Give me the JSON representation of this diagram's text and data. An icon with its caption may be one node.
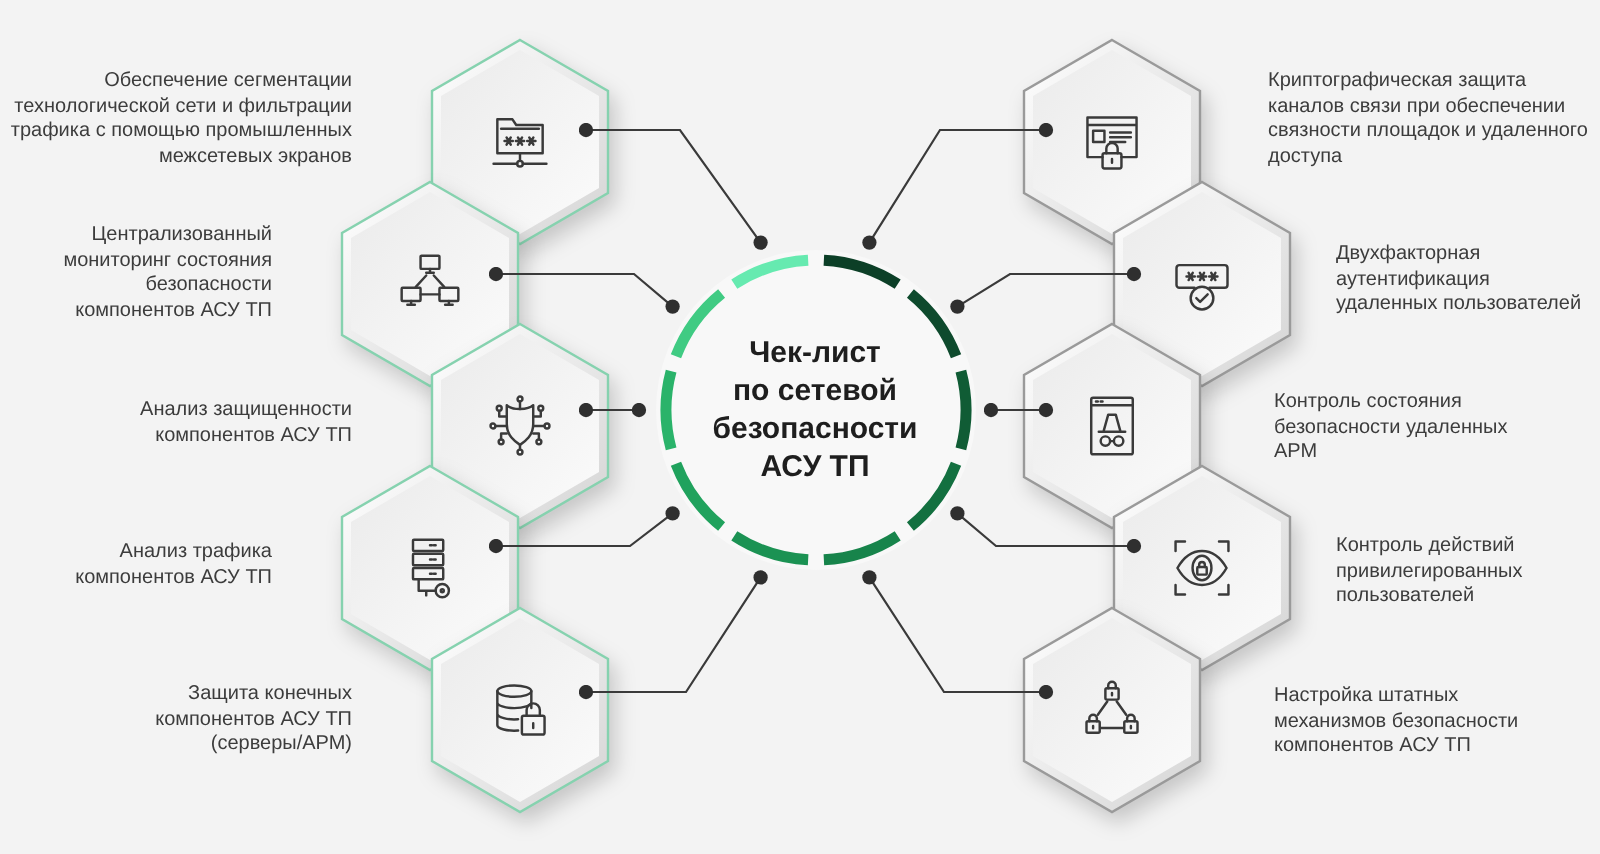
{
  "diagram": {
    "nodes": [
      {
        "text": [
          "Чек-лист по сетевой безопасности АСУ ТП"
        ]
      },
      {
        "text": [],
        "shape": "hexagon"
      },
      {
        "text": [],
        "shape": "hexagon"
      },
      {
        "text": [],
        "shape": "hexagon"
      },
      {
        "text": [],
        "shape": "hexagon"
      },
      {
        "text": [],
        "shape": "hexagon"
      },
      {
        "text": [],
        "shape": "hexagon"
      },
      {
        "text": [],
        "shape": "hexagon"
      },
      {
        "text": [],
        "shape": "hexagon"
      },
      {
        "text": [],
        "shape": "hexagon"
      },
      {
        "text": [],
        "shape": "hexagon"
      }
    ],
    "edges": [
      {
        "from": 0,
        "to": 1,
        "arrow": "other"
      },
      {
        "from": 0,
        "to": 2,
        "arrow": "other"
      },
      {
        "from": 0,
        "to": 3,
        "arrow": "other"
      },
      {
        "from": 0,
        "to": 4,
        "arrow": "other"
      },
      {
        "from": 0,
        "to": 5,
        "arrow": "other"
      },
      {
        "from": 0,
        "to": 6,
        "arrow": "other"
      },
      {
        "from": 0,
        "to": 7,
        "arrow": "other"
      },
      {
        "from": 0,
        "to": 8,
        "arrow": "other"
      },
      {
        "from": 0,
        "to": 9,
        "arrow": "other"
      },
      {
        "from": 0,
        "to": 10,
        "arrow": "other"
      }
    ],
    "labels": [
      "Обеспечение сегментации технологической сети и фильтрации трафика с помощью промышленных межсетевых экранов",
      "Централизованный мониторинг состояния безопасности компонентов АСУ ТП",
      "Анализ защищенности компонентов АСУ ТП",
      "Анализ трафика компонентов АСУ ТП",
      "Защита конечных компонентов АСУ ТП (серверы/АРМ)",
      "Криптографическая защита каналов связи при обеспечении связности площадок и удаленного доступа",
      "Двухфакторная аутентификация удаленных пользователей",
      "Контроль состояния безопасности удаленных АРМ",
      "Контроль действий привилегированных пользователей",
      "Настройка штатных механизмов безопасности компонентов АСУ ТП"
    ]
  }
}
